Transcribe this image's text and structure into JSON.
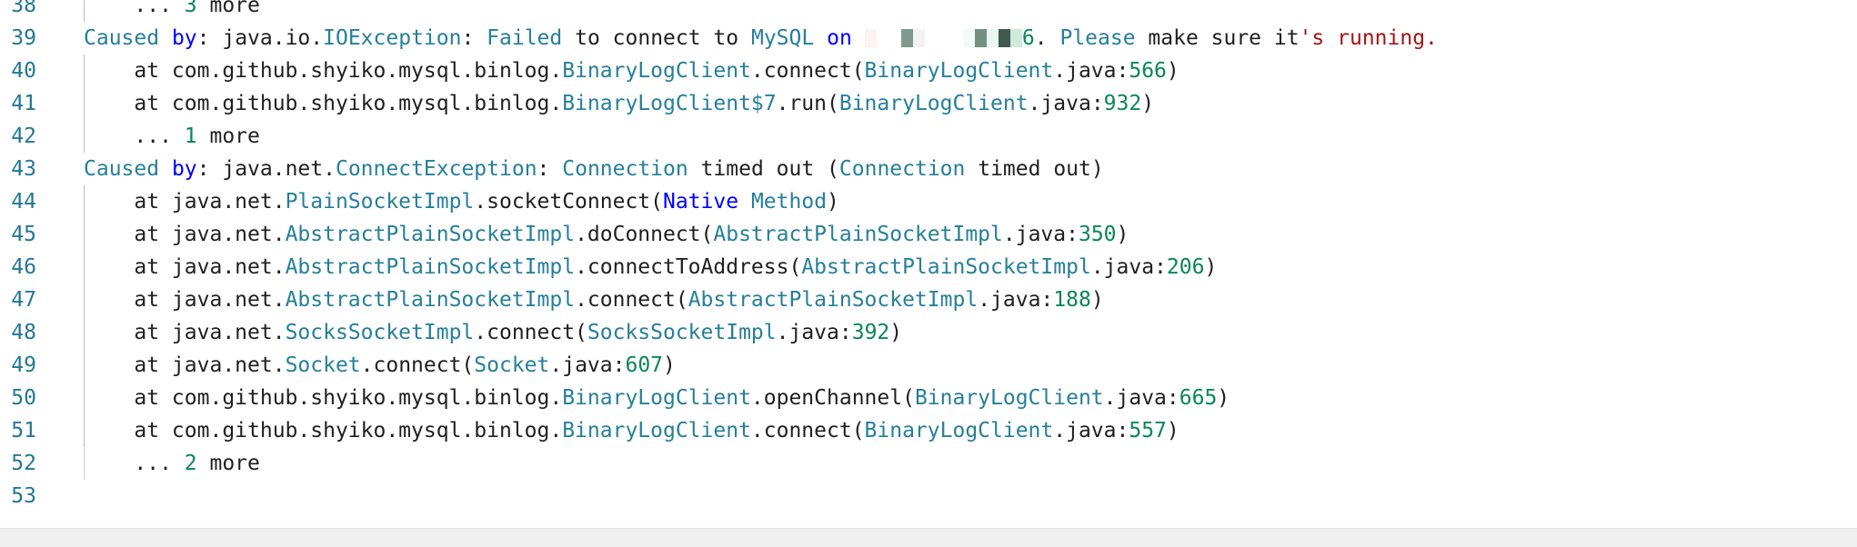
{
  "colors": {
    "gutter": "#237893",
    "class": "#267f99",
    "keyword": "#0000ff",
    "number": "#098658",
    "string": "#a31515",
    "text": "#1f1f1f",
    "background": "#ffffff"
  },
  "editor": {
    "lines": [
      {
        "number": "38",
        "indent": true,
        "tokens": [
          {
            "t": "... ",
            "c": "plain"
          },
          {
            "t": "3",
            "c": "num"
          },
          {
            "t": " more",
            "c": "plain"
          }
        ]
      },
      {
        "number": "39",
        "indent": false,
        "tokens": [
          {
            "t": "Caused",
            "c": "cls"
          },
          {
            "t": " ",
            "c": "plain"
          },
          {
            "t": "by",
            "c": "kw"
          },
          {
            "t": ": java.io.",
            "c": "plain"
          },
          {
            "t": "IOException",
            "c": "cls"
          },
          {
            "t": ": ",
            "c": "plain"
          },
          {
            "t": "Failed",
            "c": "cls"
          },
          {
            "t": " to connect to ",
            "c": "plain"
          },
          {
            "t": "MySQL",
            "c": "cls"
          },
          {
            "t": " ",
            "c": "plain"
          },
          {
            "t": "on",
            "c": "kw"
          },
          {
            "t": " ",
            "c": "plain"
          },
          {
            "t": "",
            "c": "mask",
            "fill": "#fdf2f4"
          },
          {
            "t": "  ",
            "c": "plain"
          },
          {
            "t": "",
            "c": "mask",
            "fill": "#7f9a8c"
          },
          {
            "t": "",
            "c": "mask",
            "fill": "#f3f3f3"
          },
          {
            "t": "   ",
            "c": "plain"
          },
          {
            "t": "",
            "c": "mask",
            "fill": "#f1fbf7"
          },
          {
            "t": "",
            "c": "mask",
            "fill": "#768f83"
          },
          {
            "t": "",
            "c": "mask",
            "fill": "#eaf7f0"
          },
          {
            "t": "",
            "c": "mask",
            "fill": "#405a4e"
          },
          {
            "t": "",
            "c": "mask",
            "fill": "#cfead9"
          },
          {
            "t": "6",
            "c": "num"
          },
          {
            "t": ". ",
            "c": "plain"
          },
          {
            "t": "Please",
            "c": "cls"
          },
          {
            "t": " make sure it",
            "c": "plain"
          },
          {
            "t": "'s running.",
            "c": "str"
          }
        ]
      },
      {
        "number": "40",
        "indent": true,
        "tokens": [
          {
            "t": "at com.github.shyiko.mysql.binlog.",
            "c": "plain"
          },
          {
            "t": "BinaryLogClient",
            "c": "cls"
          },
          {
            "t": ".connect(",
            "c": "plain"
          },
          {
            "t": "BinaryLogClient",
            "c": "cls"
          },
          {
            "t": ".java:",
            "c": "plain"
          },
          {
            "t": "566",
            "c": "num"
          },
          {
            "t": ")",
            "c": "plain"
          }
        ]
      },
      {
        "number": "41",
        "indent": true,
        "tokens": [
          {
            "t": "at com.github.shyiko.mysql.binlog.",
            "c": "plain"
          },
          {
            "t": "BinaryLogClient$7",
            "c": "cls"
          },
          {
            "t": ".run(",
            "c": "plain"
          },
          {
            "t": "BinaryLogClient",
            "c": "cls"
          },
          {
            "t": ".java:",
            "c": "plain"
          },
          {
            "t": "932",
            "c": "num"
          },
          {
            "t": ")",
            "c": "plain"
          }
        ]
      },
      {
        "number": "42",
        "indent": true,
        "tokens": [
          {
            "t": "... ",
            "c": "plain"
          },
          {
            "t": "1",
            "c": "num"
          },
          {
            "t": " more",
            "c": "plain"
          }
        ]
      },
      {
        "number": "43",
        "indent": false,
        "tokens": [
          {
            "t": "Caused",
            "c": "cls"
          },
          {
            "t": " ",
            "c": "plain"
          },
          {
            "t": "by",
            "c": "kw"
          },
          {
            "t": ": java.net.",
            "c": "plain"
          },
          {
            "t": "ConnectException",
            "c": "cls"
          },
          {
            "t": ": ",
            "c": "plain"
          },
          {
            "t": "Connection",
            "c": "cls"
          },
          {
            "t": " timed out (",
            "c": "plain"
          },
          {
            "t": "Connection",
            "c": "cls"
          },
          {
            "t": " timed out)",
            "c": "plain"
          }
        ]
      },
      {
        "number": "44",
        "indent": true,
        "tokens": [
          {
            "t": "at java.net.",
            "c": "plain"
          },
          {
            "t": "PlainSocketImpl",
            "c": "cls"
          },
          {
            "t": ".socketConnect(",
            "c": "plain"
          },
          {
            "t": "Native",
            "c": "kw"
          },
          {
            "t": " ",
            "c": "plain"
          },
          {
            "t": "Method",
            "c": "cls"
          },
          {
            "t": ")",
            "c": "plain"
          }
        ]
      },
      {
        "number": "45",
        "indent": true,
        "tokens": [
          {
            "t": "at java.net.",
            "c": "plain"
          },
          {
            "t": "AbstractPlainSocketImpl",
            "c": "cls"
          },
          {
            "t": ".doConnect(",
            "c": "plain"
          },
          {
            "t": "AbstractPlainSocketImpl",
            "c": "cls"
          },
          {
            "t": ".java:",
            "c": "plain"
          },
          {
            "t": "350",
            "c": "num"
          },
          {
            "t": ")",
            "c": "plain"
          }
        ]
      },
      {
        "number": "46",
        "indent": true,
        "tokens": [
          {
            "t": "at java.net.",
            "c": "plain"
          },
          {
            "t": "AbstractPlainSocketImpl",
            "c": "cls"
          },
          {
            "t": ".connectToAddress(",
            "c": "plain"
          },
          {
            "t": "AbstractPlainSocketImpl",
            "c": "cls"
          },
          {
            "t": ".java:",
            "c": "plain"
          },
          {
            "t": "206",
            "c": "num"
          },
          {
            "t": ")",
            "c": "plain"
          }
        ]
      },
      {
        "number": "47",
        "indent": true,
        "tokens": [
          {
            "t": "at java.net.",
            "c": "plain"
          },
          {
            "t": "AbstractPlainSocketImpl",
            "c": "cls"
          },
          {
            "t": ".connect(",
            "c": "plain"
          },
          {
            "t": "AbstractPlainSocketImpl",
            "c": "cls"
          },
          {
            "t": ".java:",
            "c": "plain"
          },
          {
            "t": "188",
            "c": "num"
          },
          {
            "t": ")",
            "c": "plain"
          }
        ]
      },
      {
        "number": "48",
        "indent": true,
        "tokens": [
          {
            "t": "at java.net.",
            "c": "plain"
          },
          {
            "t": "SocksSocketImpl",
            "c": "cls"
          },
          {
            "t": ".connect(",
            "c": "plain"
          },
          {
            "t": "SocksSocketImpl",
            "c": "cls"
          },
          {
            "t": ".java:",
            "c": "plain"
          },
          {
            "t": "392",
            "c": "num"
          },
          {
            "t": ")",
            "c": "plain"
          }
        ]
      },
      {
        "number": "49",
        "indent": true,
        "tokens": [
          {
            "t": "at java.net.",
            "c": "plain"
          },
          {
            "t": "Socket",
            "c": "cls"
          },
          {
            "t": ".connect(",
            "c": "plain"
          },
          {
            "t": "Socket",
            "c": "cls"
          },
          {
            "t": ".java:",
            "c": "plain"
          },
          {
            "t": "607",
            "c": "num"
          },
          {
            "t": ")",
            "c": "plain"
          }
        ]
      },
      {
        "number": "50",
        "indent": true,
        "tokens": [
          {
            "t": "at com.github.shyiko.mysql.binlog.",
            "c": "plain"
          },
          {
            "t": "BinaryLogClient",
            "c": "cls"
          },
          {
            "t": ".openChannel(",
            "c": "plain"
          },
          {
            "t": "BinaryLogClient",
            "c": "cls"
          },
          {
            "t": ".java:",
            "c": "plain"
          },
          {
            "t": "665",
            "c": "num"
          },
          {
            "t": ")",
            "c": "plain"
          }
        ]
      },
      {
        "number": "51",
        "indent": true,
        "tokens": [
          {
            "t": "at com.github.shyiko.mysql.binlog.",
            "c": "plain"
          },
          {
            "t": "BinaryLogClient",
            "c": "cls"
          },
          {
            "t": ".connect(",
            "c": "plain"
          },
          {
            "t": "BinaryLogClient",
            "c": "cls"
          },
          {
            "t": ".java:",
            "c": "plain"
          },
          {
            "t": "557",
            "c": "num"
          },
          {
            "t": ")",
            "c": "plain"
          }
        ]
      },
      {
        "number": "52",
        "indent": true,
        "tokens": [
          {
            "t": "... ",
            "c": "plain"
          },
          {
            "t": "2",
            "c": "num"
          },
          {
            "t": " more",
            "c": "plain"
          }
        ]
      },
      {
        "number": "53",
        "indent": false,
        "tokens": []
      }
    ]
  }
}
